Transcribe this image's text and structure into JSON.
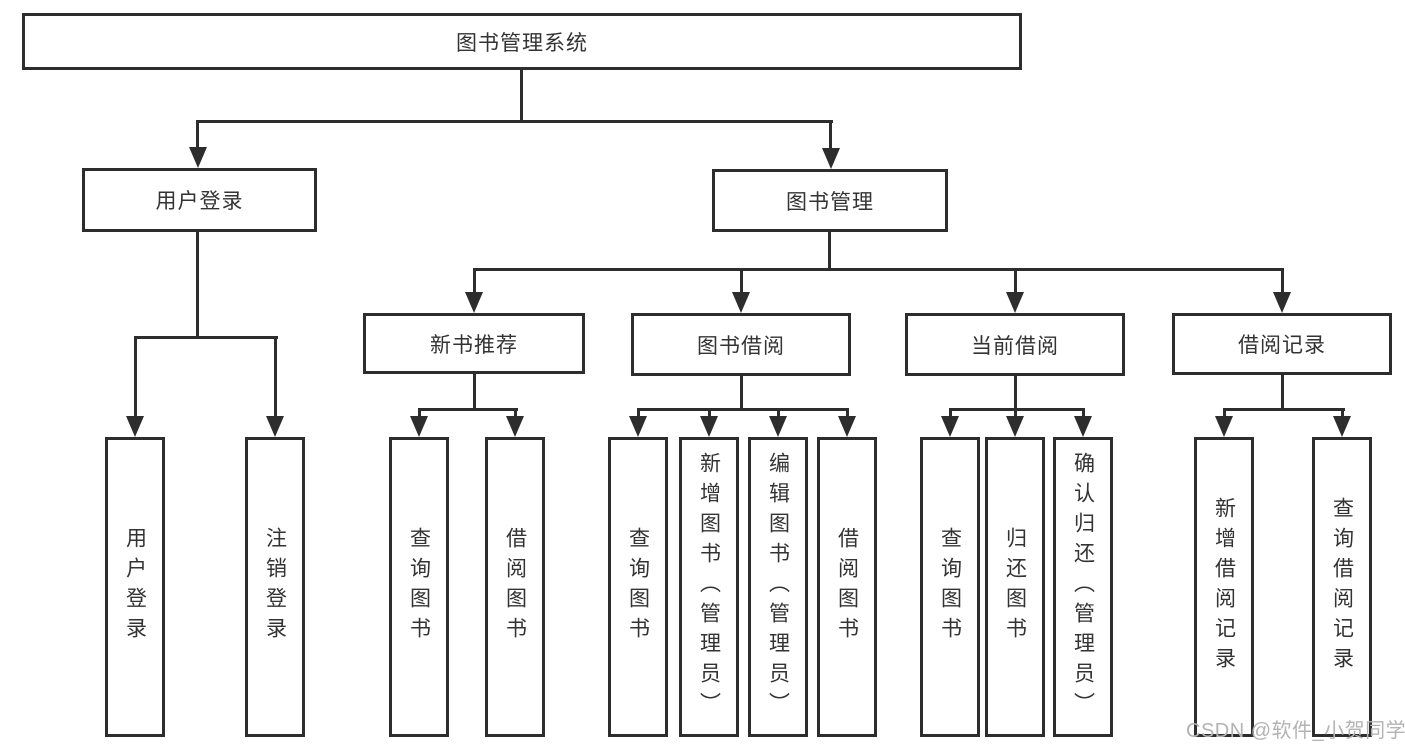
{
  "diagram": {
    "type": "hierarchy-tree",
    "nodes": {
      "root": "图书管理系统",
      "user_login": "用户登录",
      "book_mgmt": "图书管理",
      "new_book_rec": "新书推荐",
      "book_borrow": "图书借阅",
      "current_borrow": "当前借阅",
      "borrow_records": "借阅记录",
      "leaf_user_login": "用户登录",
      "leaf_logout": "注销登录",
      "leaf_rec_query": "查询图书",
      "leaf_rec_borrow": "借阅图书",
      "leaf_bb_query": "查询图书",
      "leaf_bb_add": "新增图书（管理员）",
      "leaf_bb_edit": "编辑图书（管理员）",
      "leaf_bb_borrow": "借阅图书",
      "leaf_cb_query": "查询图书",
      "leaf_cb_return": "归还图书",
      "leaf_cb_confirm": "确认归还（管理员）",
      "leaf_br_add": "新增借阅记录",
      "leaf_br_query": "查询借阅记录"
    },
    "structure": {
      "图书管理系统": [
        "用户登录",
        "图书管理"
      ],
      "用户登录": [
        "用户登录",
        "注销登录"
      ],
      "图书管理": [
        "新书推荐",
        "图书借阅",
        "当前借阅",
        "借阅记录"
      ],
      "新书推荐": [
        "查询图书",
        "借阅图书"
      ],
      "图书借阅": [
        "查询图书",
        "新增图书（管理员）",
        "编辑图书（管理员）",
        "借阅图书"
      ],
      "当前借阅": [
        "查询图书",
        "归还图书",
        "确认归还（管理员）"
      ],
      "借阅记录": [
        "新增借阅记录",
        "查询借阅记录"
      ]
    },
    "watermark": "CSDN @软件_小贺同学",
    "colors": {
      "line": "#2d2d2d",
      "text": "#333333",
      "watermark": "#b3b3b3",
      "background": "#ffffff"
    }
  }
}
